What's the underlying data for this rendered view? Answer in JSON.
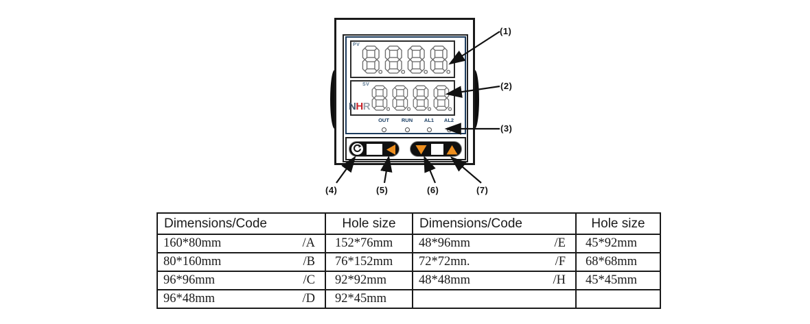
{
  "device": {
    "brand": {
      "letters": [
        {
          "ch": "N",
          "color": "#44566b"
        },
        {
          "ch": "H",
          "color": "#c6252b"
        },
        {
          "ch": "R",
          "color": "#9aa2ab"
        }
      ]
    },
    "displays": {
      "pv": {
        "label": "PV",
        "digit_count": 4
      },
      "sv": {
        "label": "SV",
        "digit_count": 4
      }
    },
    "indicators": [
      "OUT",
      "RUN",
      "AL1",
      "AL2"
    ],
    "buttons": [
      {
        "name": "set-key",
        "icon": "cycle-arrow-icon"
      },
      {
        "name": "shift-key",
        "icon": "left-triangle-icon"
      },
      {
        "name": "decrement-key",
        "icon": "down-triangle-icon"
      },
      {
        "name": "increment-key",
        "icon": "up-triangle-icon"
      }
    ],
    "callouts": [
      "(1)",
      "(2)",
      "(3)",
      "(4)",
      "(5)",
      "(6)",
      "(7)"
    ]
  },
  "table": {
    "headers": [
      "Dimensions/Code",
      "Hole size",
      "Dimensions/Code",
      "Hole size"
    ],
    "rows": [
      [
        "160*80mm",
        "/A",
        "152*76mm",
        "48*96mm",
        "/E",
        "45*92mm"
      ],
      [
        "80*160mm",
        "/B",
        "76*152mm",
        "72*72mn.",
        "/F",
        "68*68mm"
      ],
      [
        "96*96mm",
        "/C",
        "92*92mm",
        "48*48mm",
        "/H",
        "45*45mm"
      ],
      [
        "96*48mm",
        "/D",
        "92*45mm",
        "",
        "",
        ""
      ]
    ]
  },
  "colors": {
    "accent_orange": "#ee8f1f",
    "logo_red": "#c6252b",
    "display_navy": "#1b3a5c",
    "indicator_navy": "#1d4065"
  }
}
